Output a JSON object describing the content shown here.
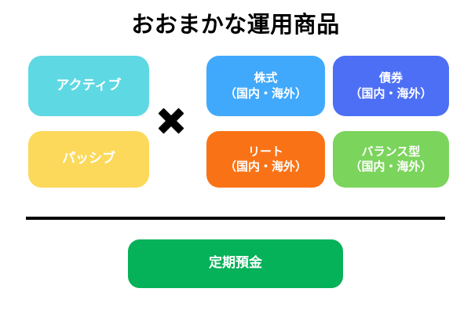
{
  "page": {
    "title": "おおまかな運用商品",
    "background_color": "#ffffff"
  },
  "operator": {
    "symbol": "×",
    "name": "multiply",
    "color": "#000000"
  },
  "divider": {
    "color": "#000000"
  },
  "management_styles": [
    {
      "key": "active",
      "label": "アクティブ",
      "color": "#5ED8E3",
      "text_color": "#ffffff"
    },
    {
      "key": "passive",
      "label": "パッシブ",
      "color": "#FCD95B",
      "text_color": "#ffffff"
    }
  ],
  "asset_classes": [
    {
      "key": "stock",
      "line1": "株式",
      "line2": "（国内・海外）",
      "color": "#41A9FC",
      "text_color": "#ffffff"
    },
    {
      "key": "bond",
      "line1": "債券",
      "line2": "（国内・海外）",
      "color": "#4D6FF5",
      "text_color": "#ffffff"
    },
    {
      "key": "reit",
      "line1": "リート",
      "line2": "（国内・海外）",
      "color": "#F97316",
      "text_color": "#ffffff"
    },
    {
      "key": "balanced",
      "line1": "バランス型",
      "line2": "（国内・海外）",
      "color": "#7BD45C",
      "text_color": "#ffffff"
    }
  ],
  "other_product": {
    "key": "time_deposit",
    "label": "定期預金",
    "color": "#05B159",
    "text_color": "#ffffff"
  }
}
